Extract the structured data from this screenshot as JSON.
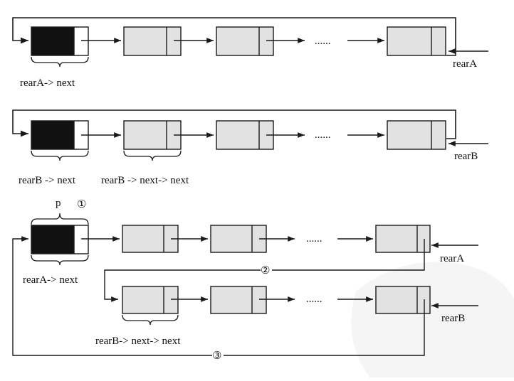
{
  "diagram_1": {
    "rear_label": "rearA",
    "head_label": "rearA-> next",
    "ellipsis": "......"
  },
  "diagram_2": {
    "rear_label": "rearB",
    "head_label": "rearB -> next",
    "second_label": "rearB -> next-> next",
    "ellipsis": "......"
  },
  "diagram_3": {
    "p_label": "p",
    "step_1": "①",
    "step_2": "②",
    "step_3": "③",
    "head_label": "rearA-> next",
    "rear_a_label": "rearA",
    "rear_b_label": "rearB",
    "b_second_label": "rearB-> next-> next",
    "ellipsis_a": "......",
    "ellipsis_b": "......"
  },
  "colors": {
    "head_fill": "#111111",
    "node_fill": "#e2e2e2",
    "stroke": "#1a1a1a",
    "watermark": "#e6e6e6"
  }
}
